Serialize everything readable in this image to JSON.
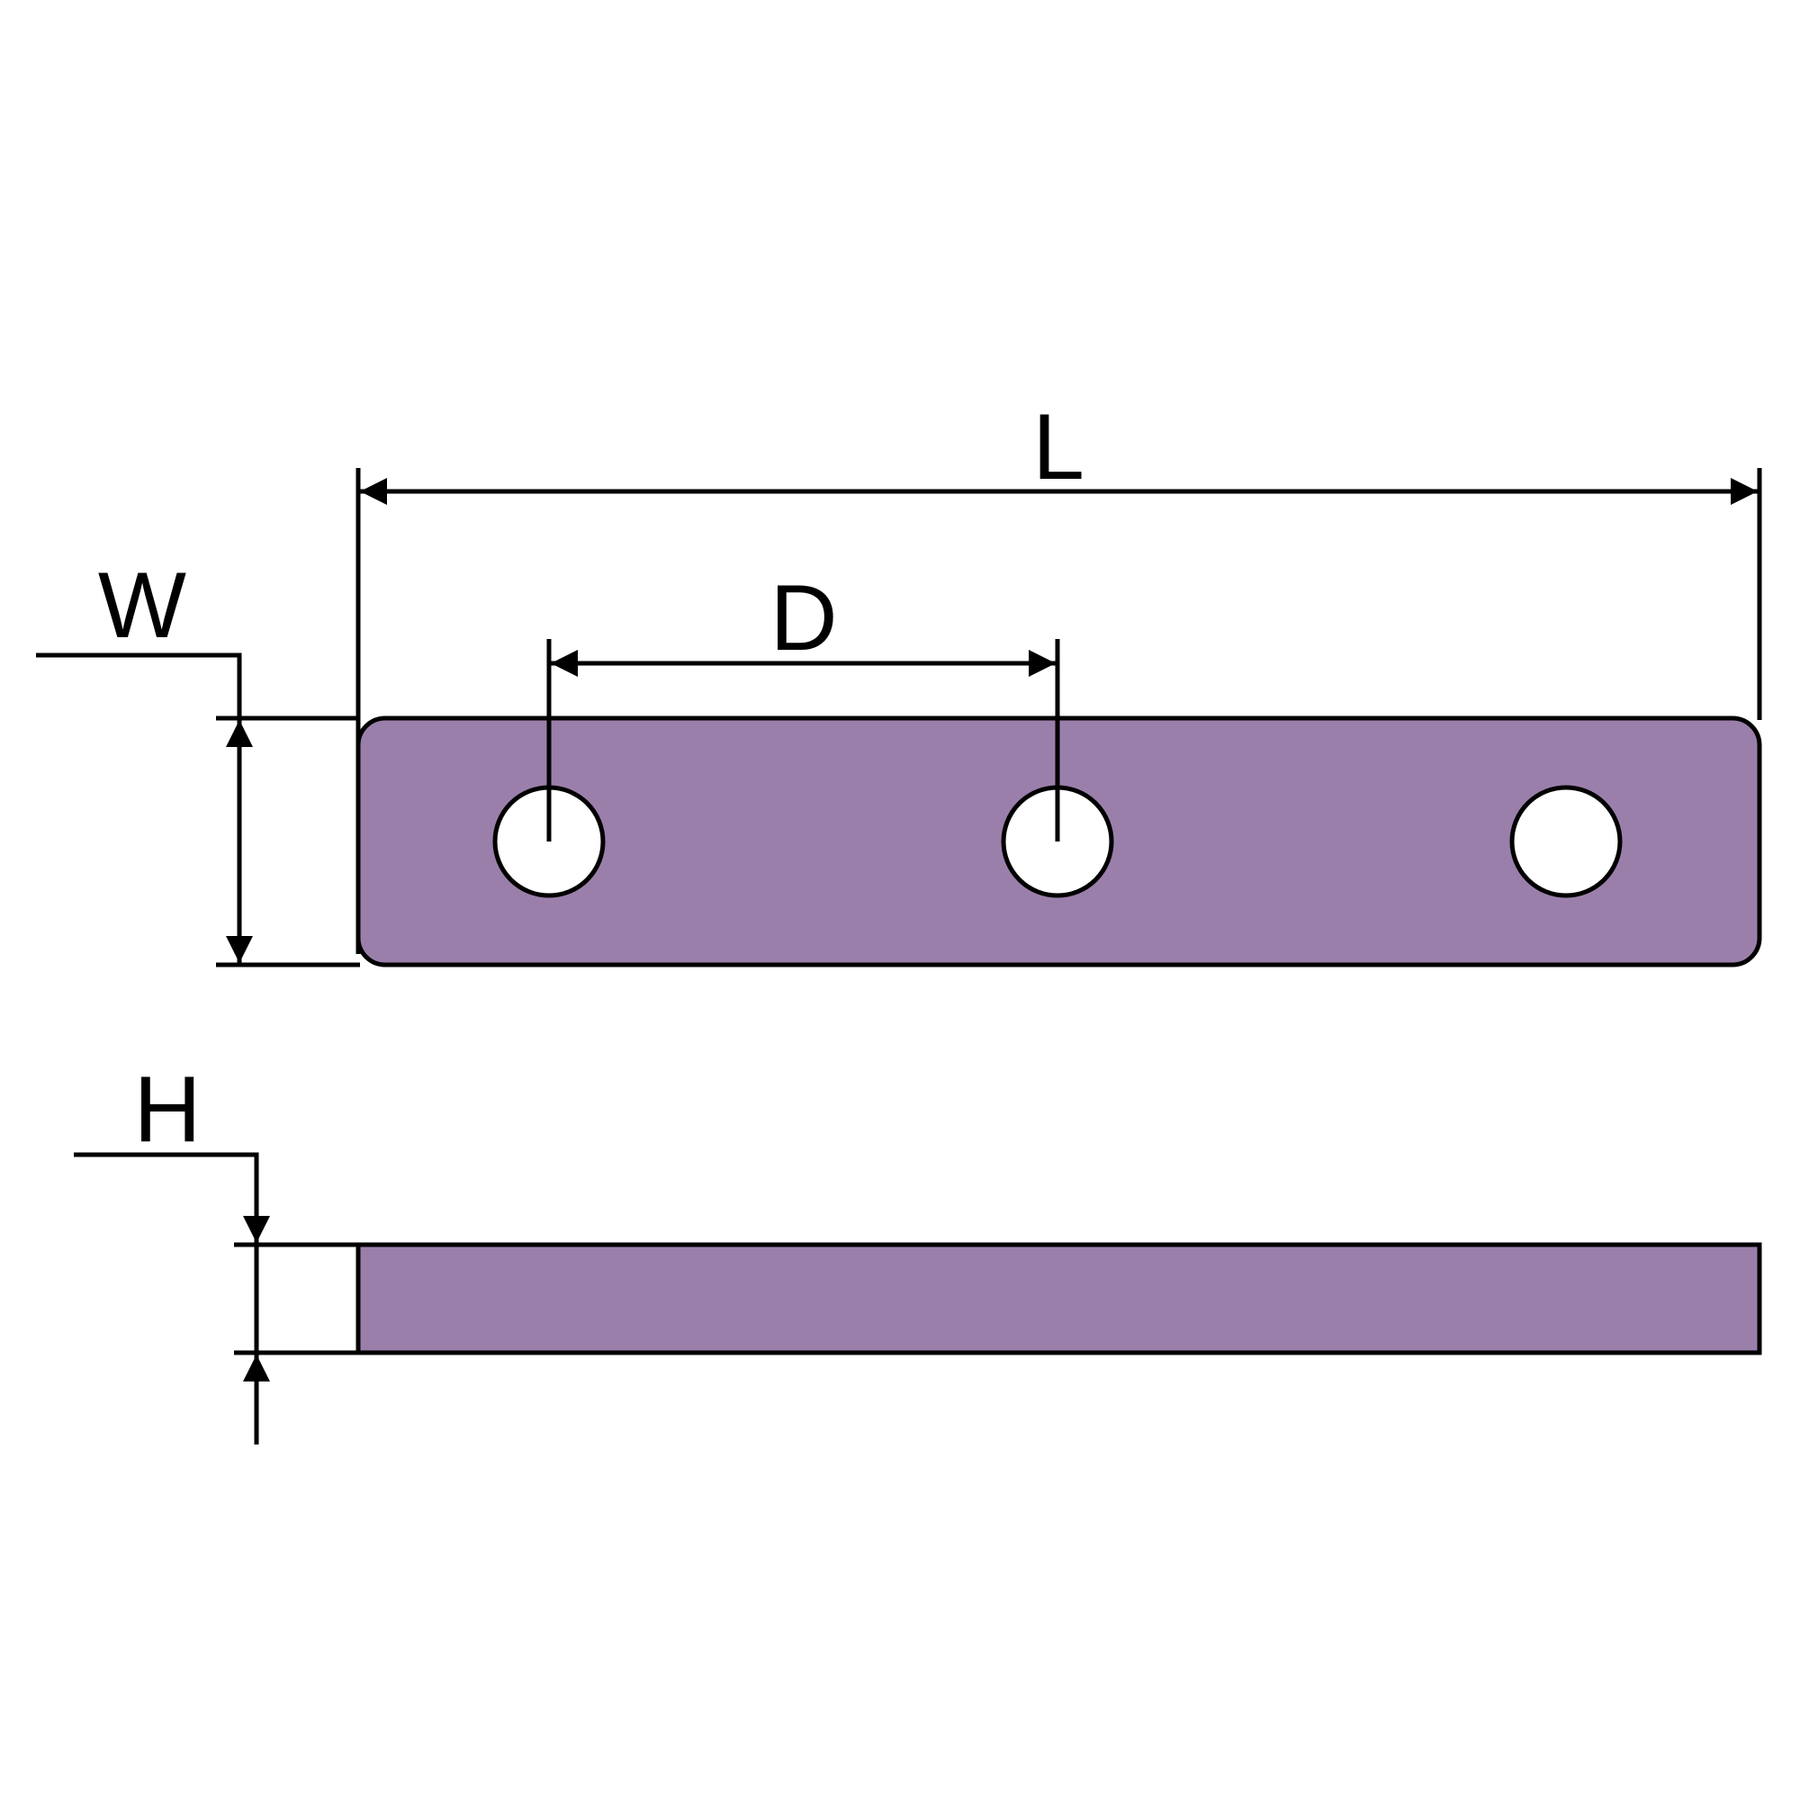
{
  "labels": {
    "length": "L",
    "hole_spacing": "D",
    "width": "W",
    "thickness": "H"
  },
  "colors": {
    "plate_fill": "#9b7fab",
    "line": "#000000",
    "hole_fill": "#ffffff",
    "background": "#ffffff"
  },
  "views": [
    "top-view",
    "side-view"
  ],
  "hole_count": 3
}
